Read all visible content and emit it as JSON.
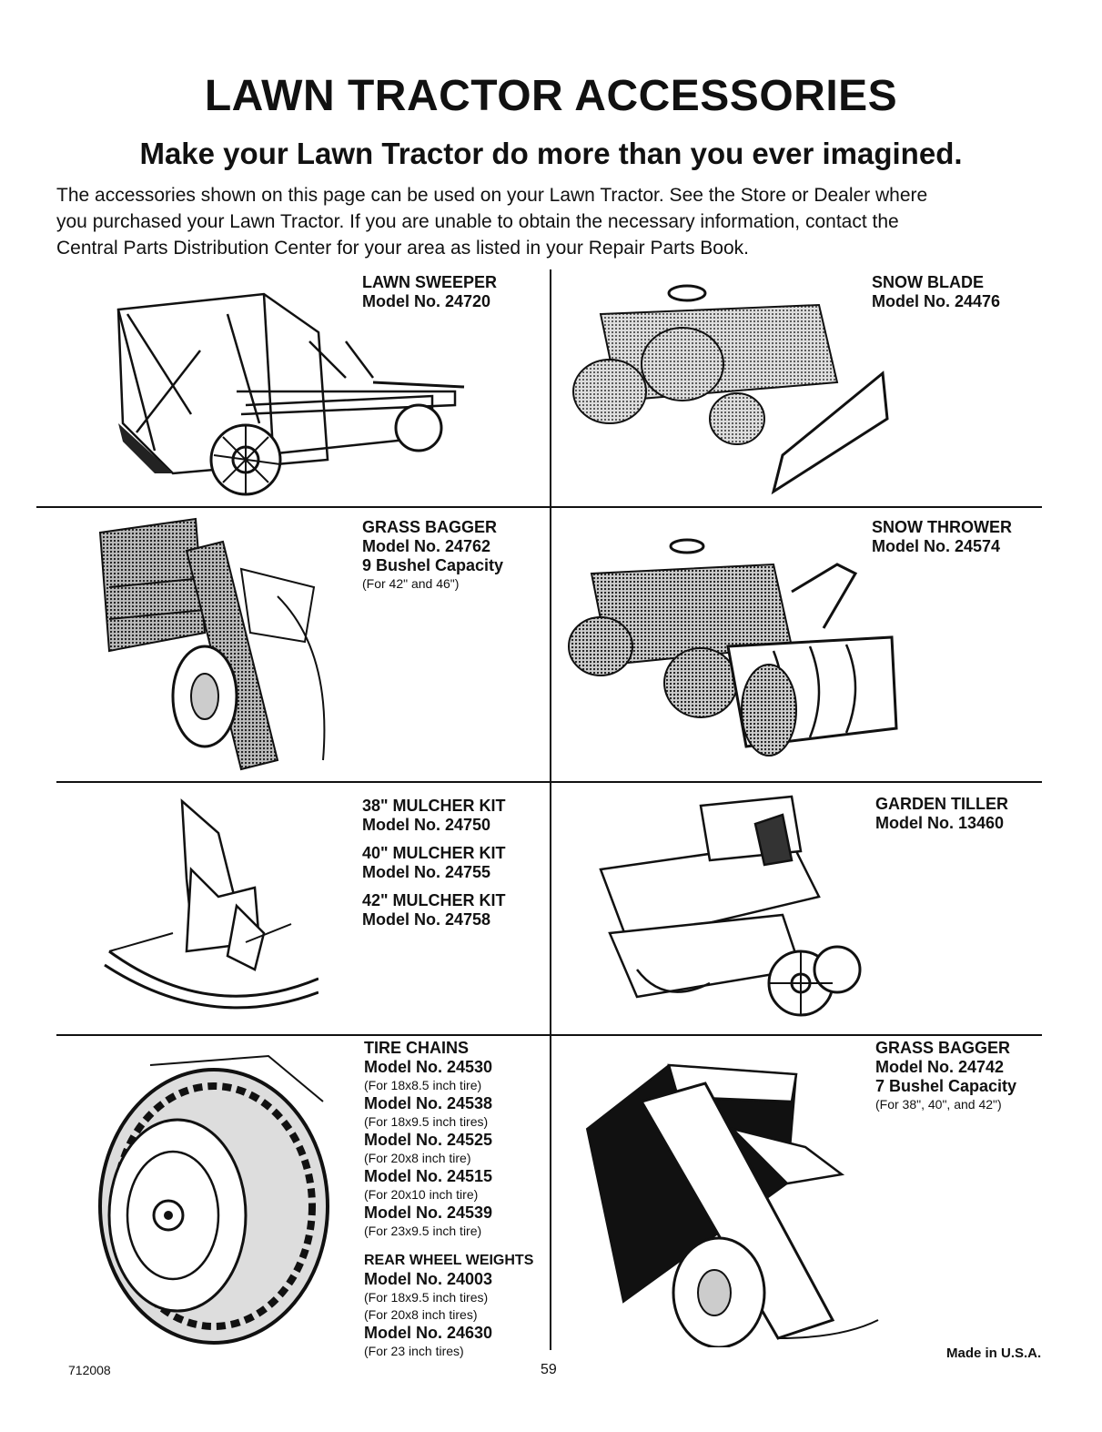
{
  "title": "LAWN TRACTOR ACCESSORIES",
  "subtitle": "Make your Lawn Tractor do more than you ever imagined.",
  "intro_lines": [
    "The accessories shown on this page can be used on your Lawn Tractor. See the Store or Dealer where",
    "you purchased your Lawn Tractor. If you are unable to obtain the necessary information, contact the",
    "Central Parts Distribution Center for your area as listed in your Repair Parts Book."
  ],
  "items": {
    "lawn_sweeper": {
      "title": "LAWN SWEEPER",
      "model": "Model No. 24720"
    },
    "snow_blade": {
      "title": "SNOW BLADE",
      "model": "Model No. 24476"
    },
    "grass_bagger_9": {
      "title": "GRASS BAGGER",
      "model": "Model No. 24762",
      "capacity": "9 Bushel Capacity",
      "note": "(For 42\" and 46\")"
    },
    "snow_thrower": {
      "title": "SNOW THROWER",
      "model": "Model No. 24574"
    },
    "mulcher_38": {
      "title": "38\" MULCHER KIT",
      "model": "Model No. 24750"
    },
    "mulcher_40": {
      "title": "40\" MULCHER KIT",
      "model": "Model No. 24755"
    },
    "mulcher_42": {
      "title": "42\" MULCHER KIT",
      "model": "Model No. 24758"
    },
    "garden_tiller": {
      "title": "GARDEN TILLER",
      "model": "Model No. 13460"
    },
    "tire_chains": {
      "title": "TIRE CHAINS",
      "models": [
        {
          "model": "Model No. 24530",
          "note": "(For 18x8.5 inch tire)"
        },
        {
          "model": "Model No. 24538",
          "note": "(For 18x9.5 inch tires)"
        },
        {
          "model": "Model No. 24525",
          "note": "(For 20x8 inch tire)"
        },
        {
          "model": "Model No. 24515",
          "note": "(For 20x10 inch tire)"
        },
        {
          "model": "Model No. 24539",
          "note": "(For 23x9.5 inch tire)"
        }
      ]
    },
    "rear_wheel_weights": {
      "title": "REAR WHEEL WEIGHTS",
      "model_a": "Model No. 24003",
      "note_a1": "(For 18x9.5 inch tires)",
      "note_a2": "(For 20x8 inch tires)",
      "model_b": "Model No. 24630",
      "note_b": "(For 23 inch tires)"
    },
    "grass_bagger_7": {
      "title": "GRASS BAGGER",
      "model": "Model No. 24742",
      "capacity": "7 Bushel Capacity",
      "note": "(For 38\", 40\", and 42\")"
    }
  },
  "footer": {
    "doc_number": "712008",
    "page_number": "59",
    "made_in": "Made in U.S.A."
  }
}
